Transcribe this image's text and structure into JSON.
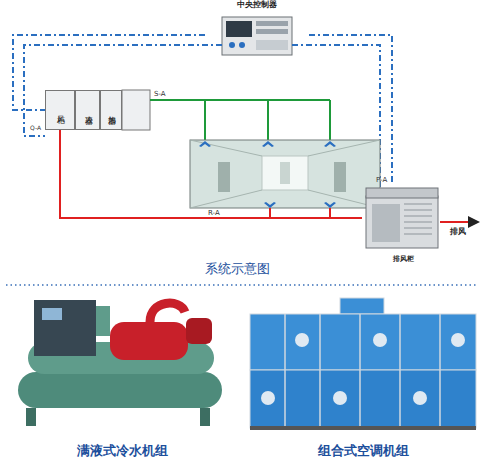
{
  "diagram": {
    "caption": "系统示意图",
    "nodes": [
      {
        "text": [
          "中央控制器"
        ]
      },
      {
        "text": [
          "风柜"
        ]
      },
      {
        "text": [
          "表冷器"
        ]
      },
      {
        "text": [
          "加热器"
        ]
      },
      {
        "text": [
          "排风柜"
        ]
      },
      {
        "text": [
          "满液式冷水机组"
        ]
      },
      {
        "text": [
          "组合式空调机组"
        ]
      }
    ],
    "edges": [
      {
        "from": 0,
        "to": 1,
        "arrow": "none"
      },
      {
        "from": 0,
        "to": 4,
        "arrow": "none"
      },
      {
        "from": 4,
        "to": 1,
        "arrow": "none"
      }
    ],
    "labels": [
      "Q-A",
      "S-A",
      "R-A",
      "P-A",
      "排风"
    ]
  }
}
